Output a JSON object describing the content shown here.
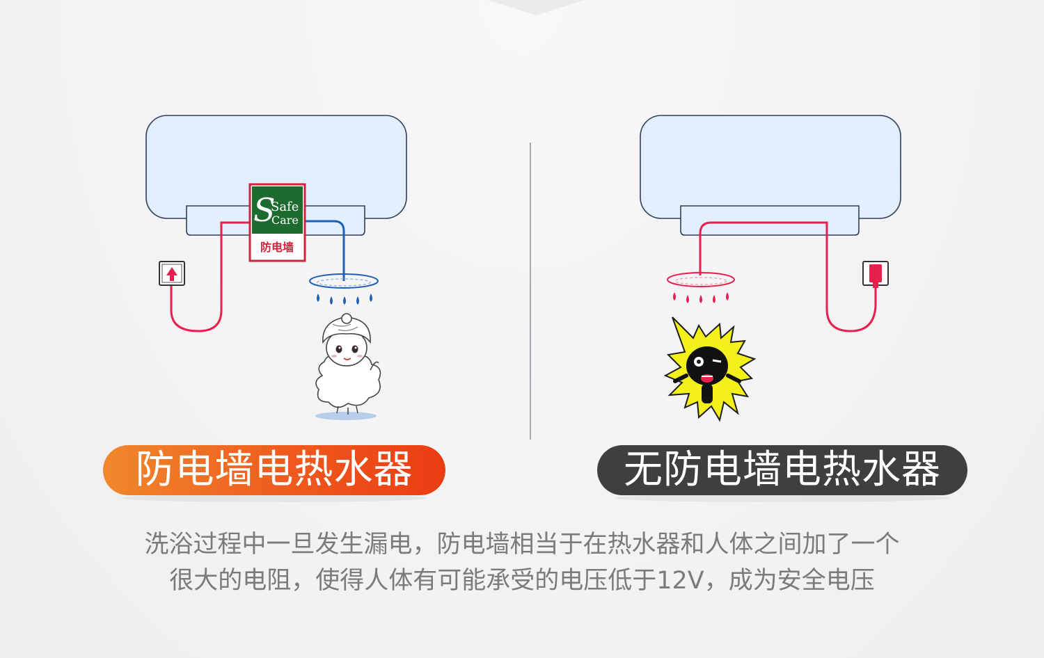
{
  "labels": {
    "left_title": "防电墙电热水器",
    "right_title": "无防电墙电热水器"
  },
  "badge": {
    "text_safe": "Safe",
    "text_care": "Care",
    "text_cn": "防电墙"
  },
  "description": {
    "line1": "洗浴过程中一旦发生漏电，防电墙相当于在热水器和人体之间加了一个",
    "line2": "很大的电阻，使得人体有可能承受的电压低于12V，成为安全电压"
  },
  "colors": {
    "heater_fill": "#e2efff",
    "wire_red": "#e8204e",
    "wire_blue": "#1f5fb6",
    "badge_green": "#1d6b2e",
    "badge_red": "#d3213a",
    "pill_orange": "#ee5a1e",
    "pill_dark": "#3f3e40",
    "shock_yellow": "#f3f01a"
  }
}
